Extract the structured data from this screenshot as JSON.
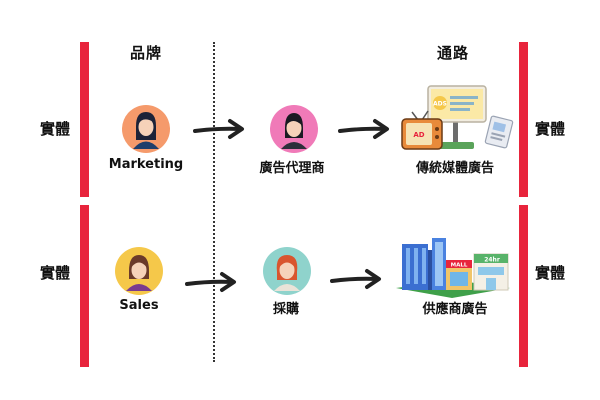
{
  "headers": {
    "brand": "品牌",
    "channel": "通路"
  },
  "rows": [
    {
      "left_label": "實體",
      "right_label": "實體",
      "nodes": [
        "Marketing",
        "廣告代理商",
        "傳統媒體廣告"
      ],
      "illustration_texts": [
        "ADS",
        "AD"
      ]
    },
    {
      "left_label": "實體",
      "right_label": "實體",
      "nodes": [
        "Sales",
        "採購",
        "供應商廣告"
      ],
      "illustration_texts": [
        "MALL",
        "24hr"
      ]
    }
  ],
  "colors": {
    "accent_bar": "#e8243c",
    "avatar_orange": "#f59a6b",
    "avatar_pink": "#f07ab8",
    "avatar_yellow": "#f5c84a",
    "avatar_teal": "#8fd3cc"
  },
  "icons": [
    "woman-avatar-icon",
    "arrow-right-icon",
    "billboard-icon",
    "tv-icon",
    "newspaper-icon",
    "building-icon",
    "mall-icon",
    "store-icon"
  ]
}
